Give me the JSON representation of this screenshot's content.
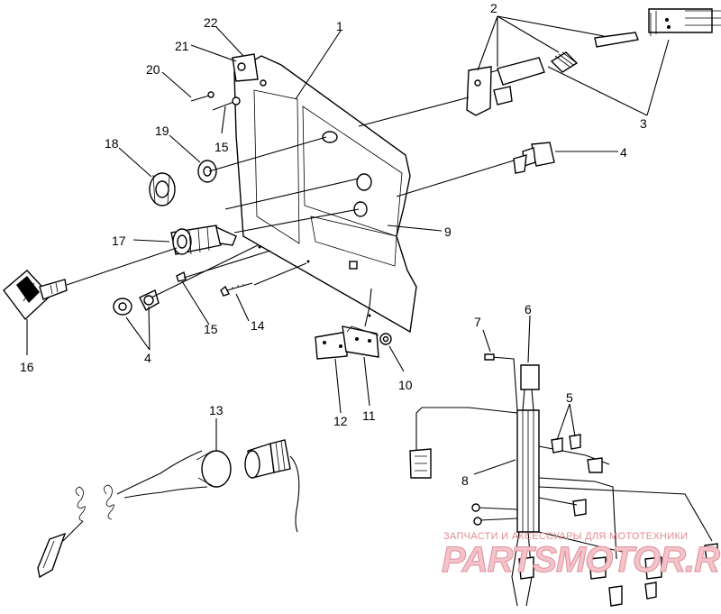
{
  "callouts": [
    {
      "id": "c1",
      "label": "1"
    },
    {
      "id": "c2",
      "label": "2"
    },
    {
      "id": "c3",
      "label": "3"
    },
    {
      "id": "c4a",
      "label": "4"
    },
    {
      "id": "c4b",
      "label": "4"
    },
    {
      "id": "c5",
      "label": "5"
    },
    {
      "id": "c6",
      "label": "6"
    },
    {
      "id": "c7",
      "label": "7"
    },
    {
      "id": "c8",
      "label": "8"
    },
    {
      "id": "c9",
      "label": "9"
    },
    {
      "id": "c10",
      "label": "10"
    },
    {
      "id": "c11",
      "label": "11"
    },
    {
      "id": "c12",
      "label": "12"
    },
    {
      "id": "c13",
      "label": "13"
    },
    {
      "id": "c14",
      "label": "14"
    },
    {
      "id": "c15a",
      "label": "15"
    },
    {
      "id": "c15b",
      "label": "15"
    },
    {
      "id": "c16",
      "label": "16"
    },
    {
      "id": "c17",
      "label": "17"
    },
    {
      "id": "c18",
      "label": "18"
    },
    {
      "id": "c19",
      "label": "19"
    },
    {
      "id": "c20",
      "label": "20"
    },
    {
      "id": "c21",
      "label": "21"
    },
    {
      "id": "c22",
      "label": "22"
    }
  ],
  "watermark": {
    "tagline": "ЗАПЧАСТИ И АКСЕССУАРЫ ДЛЯ МОТОТЕХНИКИ",
    "logo": "PARTSMOTOR.RU",
    "color": "#e38a94"
  }
}
